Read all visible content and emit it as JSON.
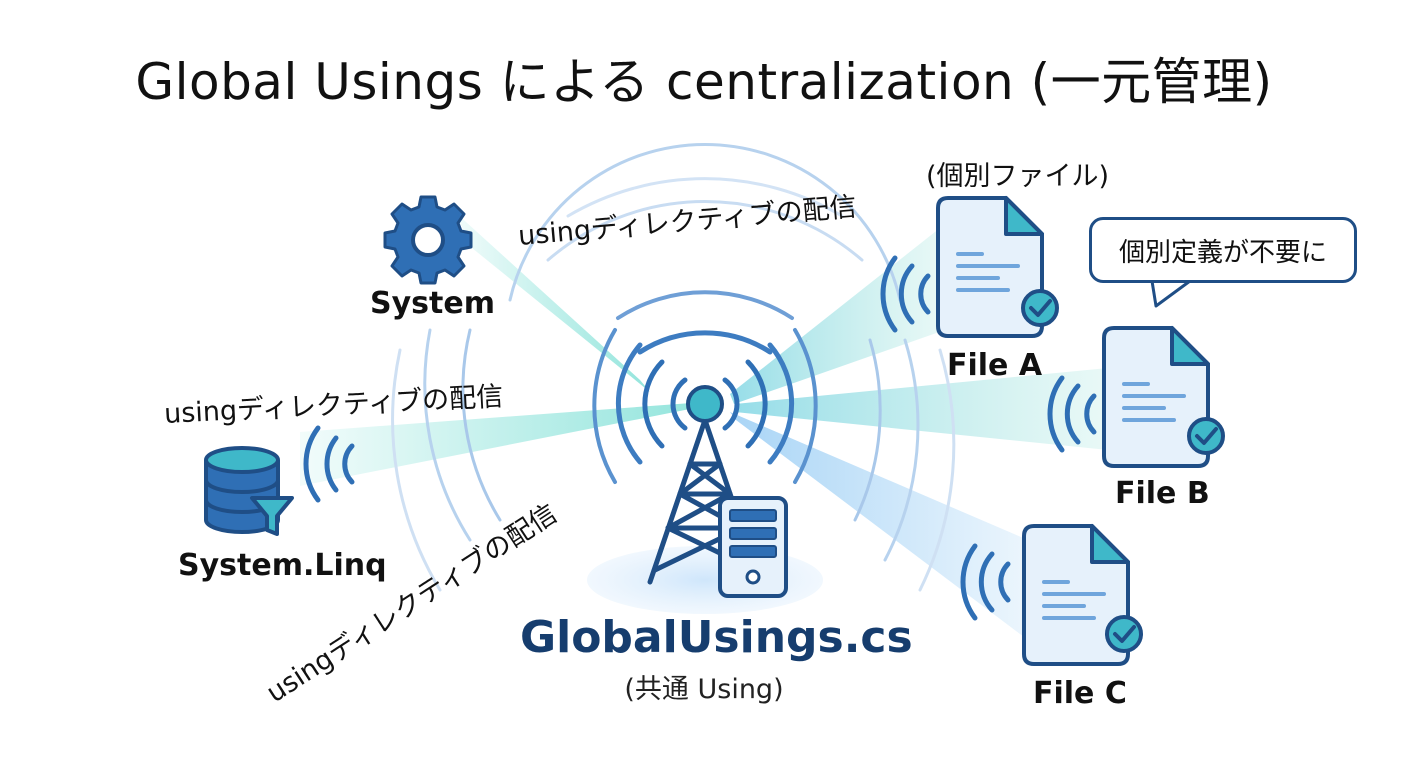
{
  "title": "Global Usings による centralization (一元管理)",
  "hub": {
    "name": "GlobalUsings.cs",
    "subtitle": "(共通 Using)"
  },
  "sources": [
    {
      "label": "System",
      "icon": "gear-icon"
    },
    {
      "label": "System.Linq",
      "icon": "database-filter-icon"
    }
  ],
  "captions": [
    "usingディレクティブの配信",
    "usingディレクティブの配信",
    "usingディレクティブの配信"
  ],
  "files_note": "(個別ファイル)",
  "files": [
    {
      "label": "File A",
      "icon": "document-check-icon"
    },
    {
      "label": "File B",
      "icon": "document-check-icon"
    },
    {
      "label": "File C",
      "icon": "document-check-icon"
    }
  ],
  "bubble": "個別定義が不要に",
  "colors": {
    "dark_blue": "#1f4e86",
    "mid_blue": "#2f6fb5",
    "teal": "#3fb8c9",
    "beam_teal": "#7fe0d6",
    "beam_blue": "#9fd0f5",
    "hub_text": "#163d6e"
  }
}
